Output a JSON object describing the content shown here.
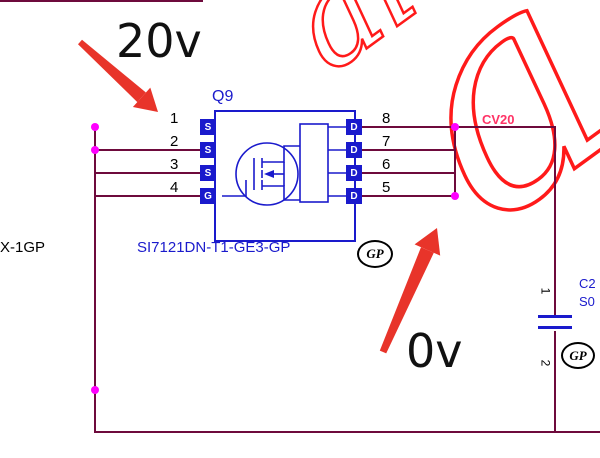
{
  "annotations": {
    "top_voltage": "20v",
    "bottom_voltage": "0v"
  },
  "component": {
    "refdes": "Q9",
    "part_number": "SI7121DN-T1-GE3-GP",
    "left_pins": [
      {
        "number": "1",
        "name": "S"
      },
      {
        "number": "2",
        "name": "S"
      },
      {
        "number": "3",
        "name": "S"
      },
      {
        "number": "4",
        "name": "G"
      }
    ],
    "right_pins": [
      {
        "number": "8",
        "name": "D"
      },
      {
        "number": "7",
        "name": "D"
      },
      {
        "number": "6",
        "name": "D"
      },
      {
        "number": "5",
        "name": "D"
      }
    ]
  },
  "net_label": "CV20",
  "partial_left_text": "X-1GP",
  "gp_logo": "GP",
  "capacitor": {
    "pin_top": "1",
    "pin_bottom": "2",
    "label_top": "C2",
    "label_bottom": "S0",
    "logo": "GP"
  },
  "watermark": {
    "small": "ala",
    "large": "a"
  },
  "colors": {
    "wire": "#6e0a3c",
    "component_blue": "#1a1acc",
    "junction": "#ff00ff",
    "net_label": "#ff3366",
    "arrow_red": "#e8342a",
    "watermark_red": "#ff1a1a"
  }
}
